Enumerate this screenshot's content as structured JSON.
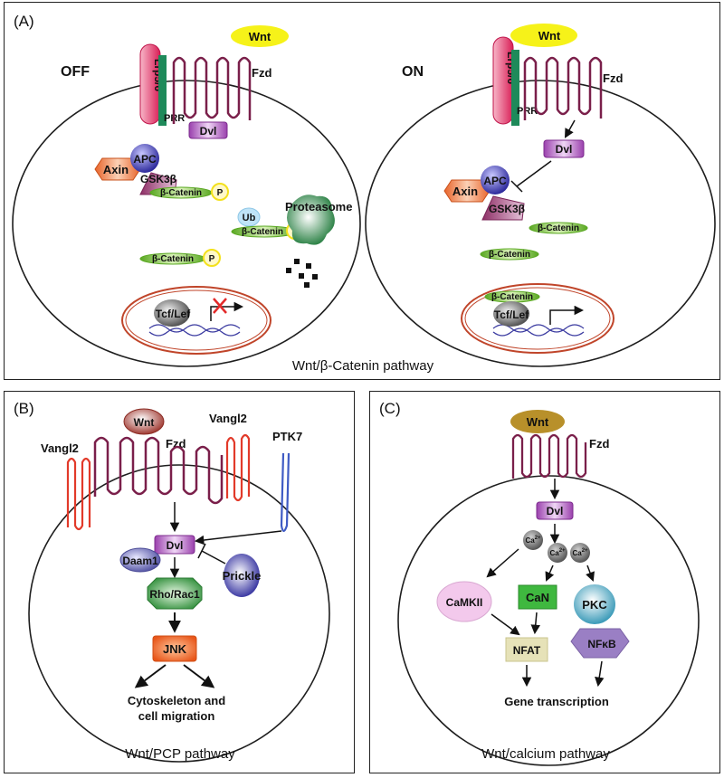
{
  "panel_a": {
    "tag": "(A)",
    "caption": "Wnt/β-Catenin pathway",
    "off": {
      "state": "OFF",
      "wnt": "Wnt",
      "lrp": "Lrp5/6",
      "prr": "PRR",
      "fzd": "Fzd",
      "dvl": "Dvl",
      "apc": "APC",
      "axin": "Axin",
      "gsk": "GSK3β",
      "bcat1": "β-Catenin",
      "p": "P",
      "ub": "Ub",
      "proteasome": "Proteasome",
      "bcat2": "β-Catenin",
      "bcat3": "β-Catenin",
      "tcf": "Tcf/Lef"
    },
    "on": {
      "state": "ON",
      "wnt": "Wnt",
      "lrp": "Lrp5/6",
      "prr": "PRR",
      "fzd": "Fzd",
      "dvl": "Dvl",
      "apc": "APC",
      "axin": "Axin",
      "gsk": "GSK3β",
      "bcat1": "β-Catenin",
      "bcat2": "β-Catenin",
      "bcat3": "β-Catenin",
      "tcf": "Tcf/Lef"
    }
  },
  "panel_b": {
    "tag": "(B)",
    "caption": "Wnt/PCP pathway",
    "wnt": "Wnt",
    "fzd": "Fzd",
    "vangl2_left": "Vangl2",
    "vangl2_right": "Vangl2",
    "ptk7": "PTK7",
    "dvl": "Dvl",
    "daam1": "Daam1",
    "prickle": "Prickle",
    "rho": "Rho/Rac1",
    "jnk": "JNK",
    "outcome_1": "Cytoskeleton and",
    "outcome_2": "cell migration"
  },
  "panel_c": {
    "tag": "(C)",
    "caption": "Wnt/calcium pathway",
    "wnt": "Wnt",
    "fzd": "Fzd",
    "dvl": "Dvl",
    "ca": "Ca",
    "camkii": "CaMKII",
    "can": "CaN",
    "pkc": "PKC",
    "nfat": "NFAT",
    "nfkb": "NFκB",
    "outcome": "Gene transcription"
  },
  "colors": {
    "membrane": "#7a1f4a",
    "cell": "#1e1e1e",
    "nucleus": "#c0452a",
    "wnt": "#f6f219",
    "dvl": "#b15fc0",
    "apc": "#3e3aa6",
    "axin": "#e8672c",
    "gsk": "#a94a82",
    "catenin": "#7cbf3c",
    "phospho": "#f3e11c",
    "lrp": "#e2386a",
    "prr": "#1e8a5a",
    "vangl": "#e23a2a",
    "ptk7": "#3f5bc4",
    "rho": "#3f9c46",
    "jnk": "#ec6a22",
    "camkii": "#f3c9ec",
    "can": "#3fb83f",
    "pkc": "#3f9cb8",
    "nfat": "#e6e2b8",
    "nfkb": "#9a7fc4",
    "wnt_c": "#b8902a",
    "wnt_b": "#a03a32"
  }
}
